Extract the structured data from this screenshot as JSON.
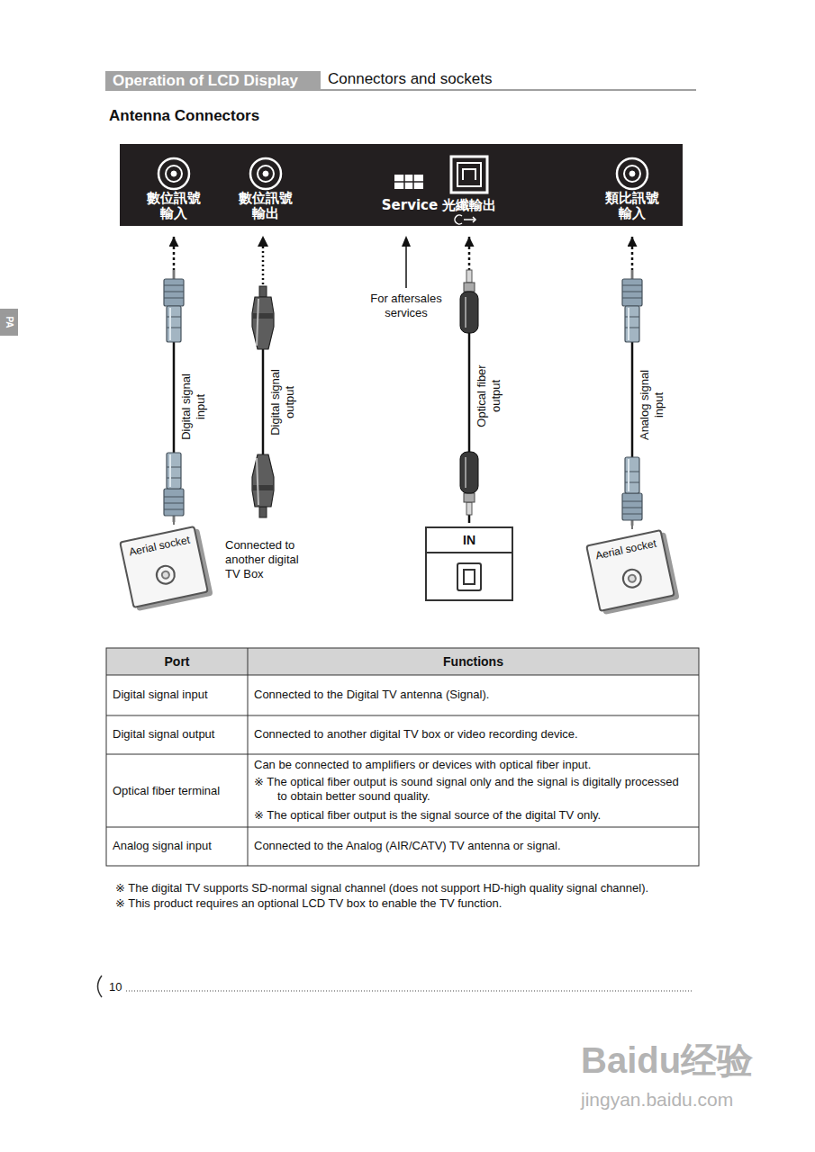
{
  "diagram": {
    "title": "Antenna Connectors",
    "nodes": [
      {
        "text": [
          "Operation of LCD Display"
        ]
      },
      {
        "text": [
          "數位訊號 輸入"
        ]
      },
      {
        "text": [
          "數位訊號 輸出"
        ]
      },
      {
        "text": [
          "Service"
        ]
      },
      {
        "text": [
          "光纖輸出"
        ]
      },
      {
        "text": [
          "類比訊號 輸入"
        ]
      },
      {
        "text": [
          "Aerial socket"
        ]
      },
      {
        "text": [
          "IN"
        ]
      },
      {
        "text": [
          "Aerial socket"
        ]
      }
    ],
    "edges": [
      {
        "from": 6,
        "to": 1,
        "arrow": "to",
        "label": "Digital signal input"
      },
      {
        "from": 7,
        "to": 4,
        "arrow": "to",
        "label": "Optical fiber output"
      },
      {
        "from": 8,
        "to": 5,
        "arrow": "to",
        "label": "Analog signal input"
      }
    ],
    "labels": [
      "Connectors and sockets",
      "PA",
      "For aftersales services",
      "Digital signal output",
      "Connected to another digital TV Box",
      "Port",
      "Functions",
      "Digital signal input",
      "Connected to the Digital TV antenna (Signal).",
      "Digital signal output",
      "Connected to another digital TV box or video recording device.",
      "Optical fiber terminal",
      "Can be connected to amplifiers or devices with optical fiber input.",
      "※ The optical fiber output is sound signal only and the signal is digitally processed to obtain better sound quality.",
      "※ The optical fiber output is the signal source of the digital TV only.",
      "Analog signal input",
      "Connected to the Analog (AIR/CATV) TV antenna or signal.",
      "※ The digital TV supports SD-normal signal channel (does not support HD-high quality signal channel).",
      "※ This product requires an optional LCD TV box to enable the TV function.",
      "10",
      "Baidu经验",
      "jingyan.baidu.com"
    ]
  }
}
